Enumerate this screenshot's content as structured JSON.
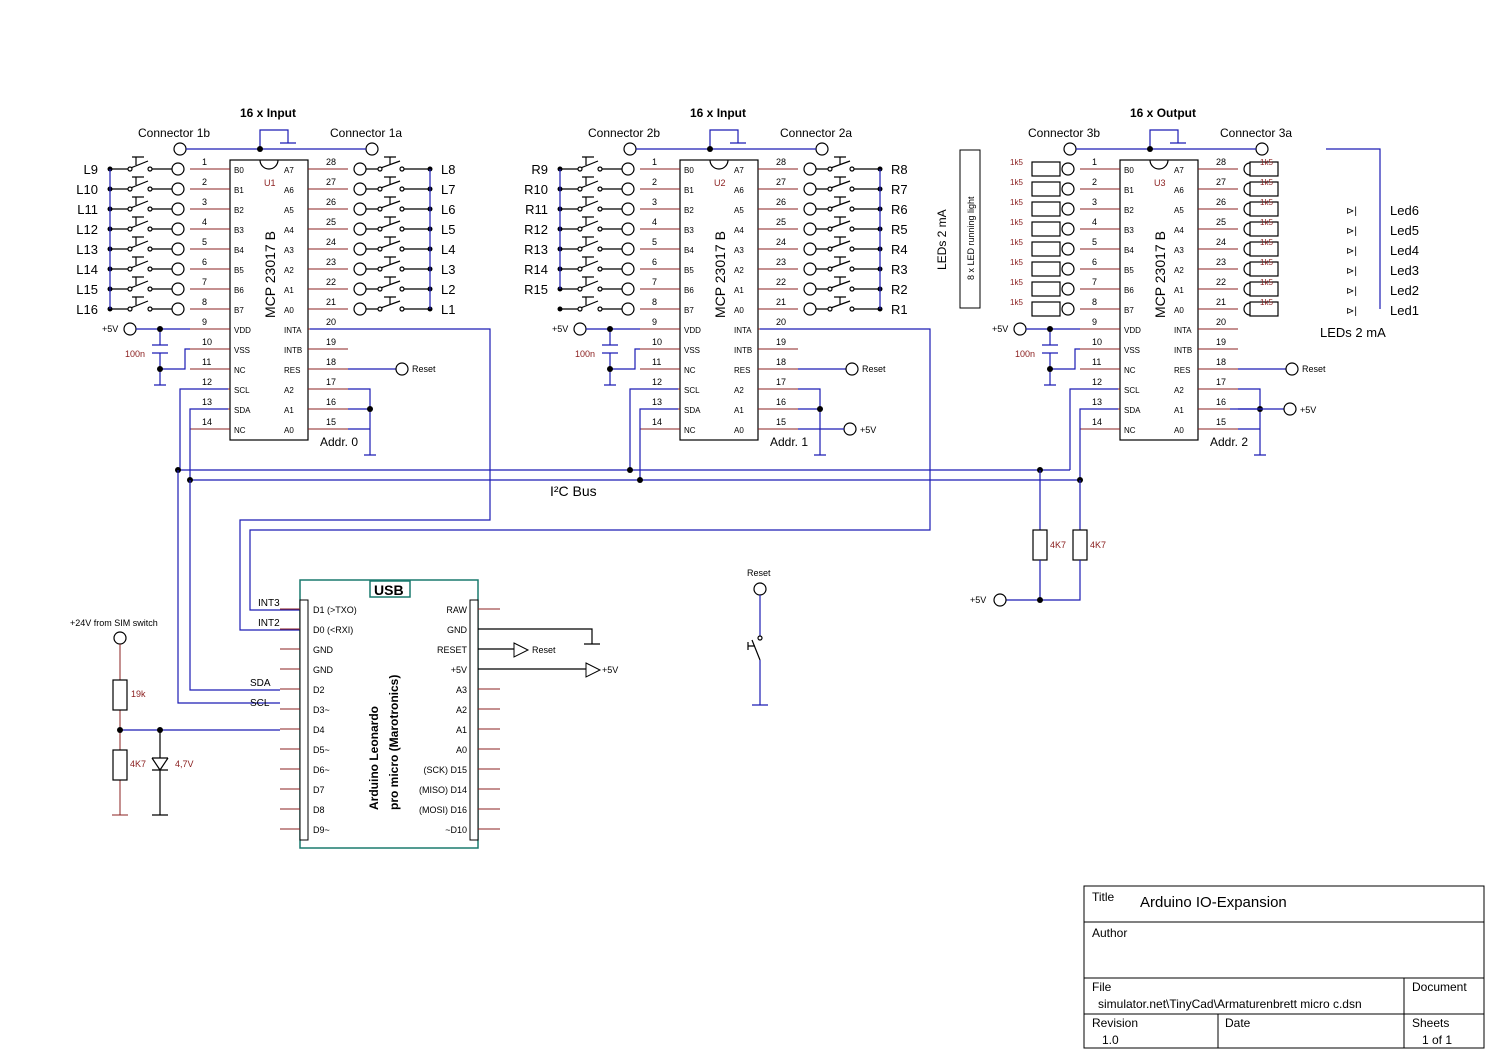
{
  "chips": [
    {
      "ref": "U1",
      "part": "MCP 23017 B",
      "group": "16 x Input",
      "conn_left": "Connector 1b",
      "conn_right": "Connector 1a",
      "addr": "Addr. 0"
    },
    {
      "ref": "U2",
      "part": "MCP 23017 B",
      "group": "16 x Input",
      "conn_left": "Connector 2b",
      "conn_right": "Connector 2a",
      "addr": "Addr. 1"
    },
    {
      "ref": "U3",
      "part": "MCP 23017 B",
      "group": "16 x Output",
      "conn_left": "Connector 3b",
      "conn_right": "Connector 3a",
      "addr": "Addr. 2"
    }
  ],
  "left_pins": [
    "B0",
    "B1",
    "B2",
    "B3",
    "B4",
    "B5",
    "B6",
    "B7",
    "VDD",
    "VSS",
    "NC",
    "SCL",
    "SDA",
    "NC"
  ],
  "left_pin_nums": [
    "1",
    "2",
    "3",
    "4",
    "5",
    "6",
    "7",
    "8",
    "9",
    "10",
    "11",
    "12",
    "13",
    "14"
  ],
  "right_pins": [
    "A7",
    "A6",
    "A5",
    "A4",
    "A3",
    "A2",
    "A1",
    "A0",
    "INTA",
    "INTB",
    "RES",
    "A2",
    "A1",
    "A0"
  ],
  "right_pin_nums": [
    "28",
    "27",
    "26",
    "25",
    "24",
    "23",
    "22",
    "21",
    "20",
    "19",
    "18",
    "17",
    "16",
    "15"
  ],
  "labels_u1_left": [
    "L9",
    "L10",
    "L11",
    "L12",
    "L13",
    "L14",
    "L15",
    "L16"
  ],
  "labels_u1_right": [
    "L8",
    "L7",
    "L6",
    "L5",
    "L4",
    "L3",
    "L2",
    "L1"
  ],
  "labels_u2_left": [
    "R9",
    "R10",
    "R11",
    "R12",
    "R13",
    "R14",
    "R15"
  ],
  "labels_u2_right": [
    "R8",
    "R7",
    "R6",
    "R5",
    "R4",
    "R3",
    "R2",
    "R1"
  ],
  "labels_u3_right": [
    "Led6",
    "Led5",
    "Led4",
    "Led3",
    "Led2",
    "Led1"
  ],
  "net": {
    "v5": "+5V",
    "reset": "Reset",
    "cap": "100n",
    "res1k5": "1k5",
    "r4k7": "4K7",
    "i2c": "I²C Bus",
    "v24": "+24V from SIM switch",
    "r19k": "19k",
    "zener": "4,7V",
    "int3": "INT3",
    "int2": "INT2",
    "sda": "SDA",
    "scl": "SCL"
  },
  "leds": {
    "left_vertical": "LEDs 2 mA",
    "running": "8 x LED running light",
    "right": "LEDs 2 mA"
  },
  "arduino": {
    "usb": "USB",
    "name1": "Arduino Leonardo",
    "name2": "pro micro (Marotronics)",
    "left": [
      "D1 (>TXO)",
      "D0 (<RXI)",
      "GND",
      "GND",
      "D2",
      "D3~",
      "D4",
      "D5~",
      "D6~",
      "D7",
      "D8",
      "D9~"
    ],
    "right": [
      "RAW",
      "GND",
      "RESET",
      "+5V",
      "A3",
      "A2",
      "A1",
      "A0",
      "(SCK) D15",
      "(MISO) D14",
      "(MOSI) D16",
      "~D10"
    ]
  },
  "titleblock": {
    "title_lbl": "Title",
    "title": "Arduino IO-Expansion",
    "author_lbl": "Author",
    "file_lbl": "File",
    "file": "simulator.net\\TinyCad\\Armaturenbrett micro c.dsn",
    "doc_lbl": "Document",
    "rev_lbl": "Revision",
    "rev": "1.0",
    "date_lbl": "Date",
    "sheets_lbl": "Sheets",
    "sheets": "1 of 1"
  }
}
